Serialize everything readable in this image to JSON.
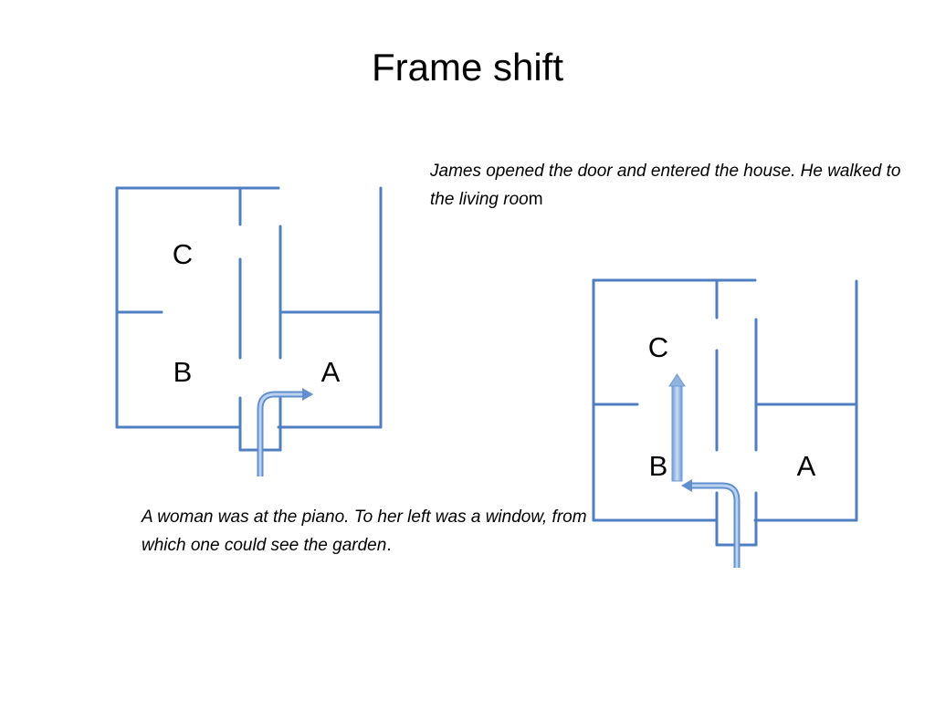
{
  "slide": {
    "title": "Frame shift"
  },
  "captions": {
    "top": {
      "text": "James opened the door and entered the house. He walked to the living roo",
      "tail": "m"
    },
    "bottom": {
      "text": "A woman was at the piano. To her left was a window, from which one could see the garden",
      "tail": "."
    }
  },
  "floor_plans": [
    {
      "labels": {
        "c": "C",
        "b": "B",
        "a": "A"
      },
      "path_to": "A"
    },
    {
      "labels": {
        "c": "C",
        "b": "B",
        "a": "A"
      },
      "path_to": "B then C"
    }
  ],
  "colors": {
    "wall": "#4f7fc0",
    "arrow_fill": "#8fb2df",
    "arrow_edge": "#5f8fcf"
  }
}
